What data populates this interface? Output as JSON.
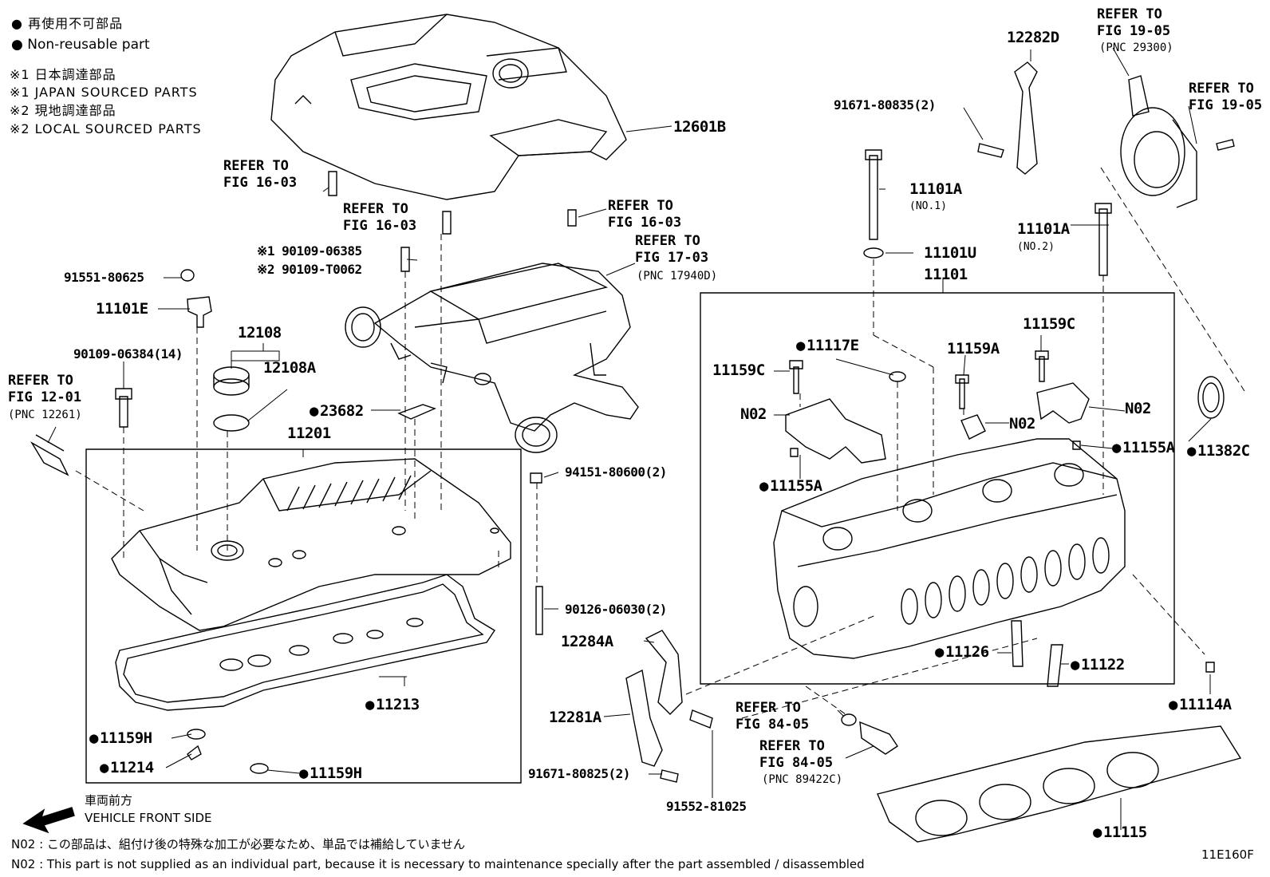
{
  "legend": {
    "non_reusable_ja": "再使用不可部品",
    "non_reusable_en": "Non-reusable part",
    "japan_sourced_ja": "※1 日本調達部品",
    "japan_sourced_en": "※1 JAPAN SOURCED PARTS",
    "local_sourced_ja": "※2 現地調達部品",
    "local_sourced_en": "※2 LOCAL SOURCED PARTS"
  },
  "refs": {
    "fig_16_03": "REFER TO\nFIG 16-03",
    "fig_17_03": "REFER TO\nFIG 17-03",
    "pnc_17940d": "(PNC 17940D)",
    "fig_12_01": "REFER TO\nFIG 12-01",
    "pnc_12261": "(PNC 12261)",
    "fig_19_05": "REFER TO\nFIG 19-05",
    "pnc_29300": "(PNC 29300)",
    "fig_84_05": "REFER TO\nFIG 84-05",
    "pnc_89422c": "(PNC 89422C)"
  },
  "parts": {
    "p12601B": "12601B",
    "p90109_06385": "※1 90109-06385",
    "p90109_T0062": "※2 90109-T0062",
    "p91551_80625": "91551-80625",
    "p11101E": "11101E",
    "p12108": "12108",
    "p12108A": "12108A",
    "p90109_06384": "90109-06384(14)",
    "p23682": "23682",
    "p11201": "11201",
    "p94151_80600": "94151-80600(2)",
    "p90126_06030": "90126-06030(2)",
    "p11213": "11213",
    "p11159H": "11159H",
    "p11214": "11214",
    "p12282D": "12282D",
    "p91671_80835": "91671-80835(2)",
    "p11101A": "11101A",
    "no1": "(NO.1)",
    "no2": "(NO.2)",
    "p11101U": "11101U",
    "p11101": "11101",
    "p11117E": "11117E",
    "p11159C": "11159C",
    "p11159A": "11159A",
    "pN02": "N02",
    "p11155A": "11155A",
    "p11382C": "11382C",
    "p12284A": "12284A",
    "p12281A": "12281A",
    "p91671_80825": "91671-80825(2)",
    "p91552_81025": "91552-81025",
    "p11126": "11126",
    "p11122": "11122",
    "p11114A": "11114A",
    "p11115": "11115"
  },
  "front": {
    "ja": "車両前方",
    "en": "VEHICLE FRONT SIDE"
  },
  "notes": {
    "n02_ja": "N02 : この部品は、組付け後の特殊な加工が必要なため、単品では補給していません",
    "n02_en": "N02 : This part is not supplied as an individual part, because it is necessary to maintenance specially after the part assembled / disassembled"
  },
  "figure_code": "11E160F"
}
